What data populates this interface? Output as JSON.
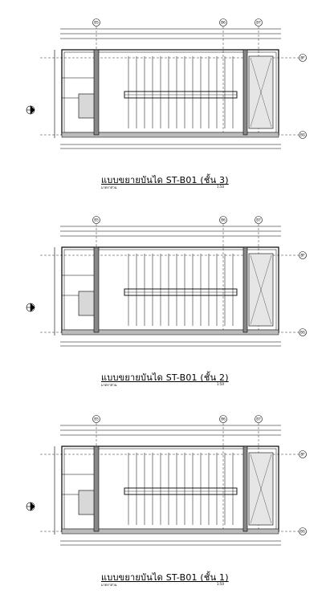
{
  "sheets": [
    {
      "title": "แบบขยายบันได ST-B01 (ชั้น 3)",
      "subtitle_left": "มาตราส่วน",
      "scale": "1:50",
      "grid_top": [
        "B5",
        "B6",
        "B7"
      ],
      "grid_right": [
        "BF",
        "BG"
      ]
    },
    {
      "title": "แบบขยายบันได ST-B01 (ชั้น 2)",
      "subtitle_left": "มาตราส่วน",
      "scale": "1:50",
      "grid_top": [
        "B5",
        "B6",
        "B7"
      ],
      "grid_right": [
        "BF",
        "BG"
      ]
    },
    {
      "title": "แบบขยายบันได ST-B01 (ชั้น 1)",
      "subtitle_left": "มาตราส่วน",
      "scale": "1:50",
      "grid_top": [
        "B5",
        "B6",
        "B7"
      ],
      "grid_right": [
        "BF",
        "BG"
      ]
    }
  ],
  "colors": {
    "line": "#000000",
    "hatch": "#555555",
    "paper": "#ffffff"
  },
  "icons": {
    "north_arrow": "north-arrow-icon",
    "section_mark": "section-marker-icon"
  }
}
